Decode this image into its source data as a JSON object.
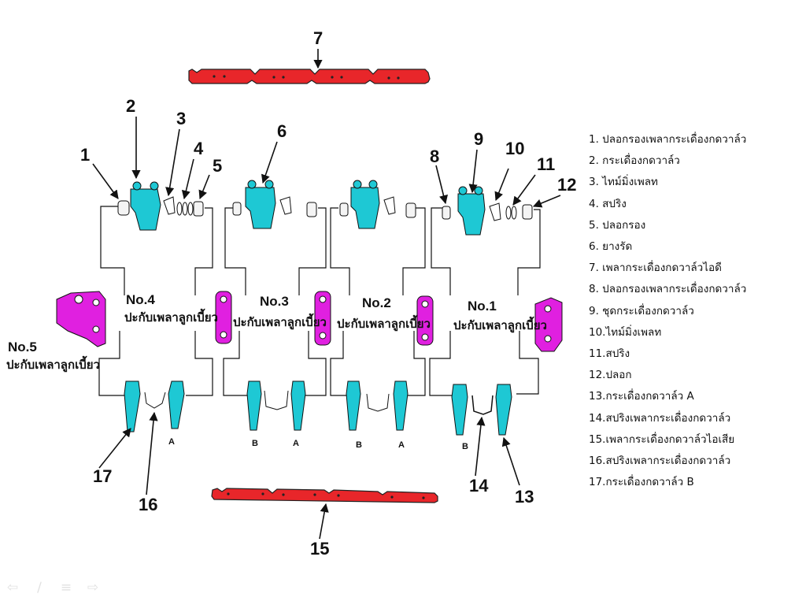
{
  "callouts": {
    "c1": "1",
    "c2": "2",
    "c3": "3",
    "c4": "4",
    "c5": "5",
    "c6": "6",
    "c7": "7",
    "c8": "8",
    "c9": "9",
    "c10": "10",
    "c11": "11",
    "c12": "12",
    "c13": "13",
    "c14": "14",
    "c15": "15",
    "c16": "16",
    "c17": "17"
  },
  "caps": {
    "no5": {
      "number": "No.5",
      "text": "ปะกับเพลาลูกเบี้ยว"
    },
    "no4": {
      "number": "No.4",
      "text": "ปะกับเพลาลูกเบี้ยว"
    },
    "no3": {
      "number": "No.3",
      "text": "ปะกับเพลาลูกเบี้ยว"
    },
    "no2": {
      "number": "No.2",
      "text": "ปะกับเพลาลูกเบี้ยว"
    },
    "no1": {
      "number": "No.1",
      "text": "ปะกับเพลาลูกเบี้ยว"
    }
  },
  "rocker_marks": {
    "g1_a": "A",
    "g2_b": "B",
    "g2_a": "A",
    "g3_b": "B",
    "g3_a": "A",
    "g4_b": "B"
  },
  "legend": [
    "1. ปลอกรองเพลากระเดื่องกดวาล์ว",
    "2. กระเดื่องกดวาล์ว",
    "3. ไทม์มิ่งเพลท",
    "4. สปริง",
    "5. ปลอกรอง",
    "6. ยางรัด",
    "7. เพลากระเดื่องกดวาล์วไอดี",
    "8. ปลอกรองเพลากระเดื่องกดวาล์ว",
    "9. ชุดกระเดื่องกดวาล์ว",
    "10.ไทม์มิ่งเพลท",
    "11.สปริง",
    "12.ปลอก",
    "13.กระเดื่องกดวาล์ว A",
    "14.สปริงเพลากระเดื่องกดวาล์ว",
    "15.เพลากระเดื่องกดวาล์วไอเสีย",
    "16.สปริงเพลากระเดื่องกดวาล์ว",
    "17.กระเดื่องกดวาล์ว B"
  ],
  "nav": {
    "prev": "previous-slide",
    "pen": "pen-tool",
    "menu": "slide-menu",
    "next": "next-slide"
  },
  "colors": {
    "shaft": "#e8262a",
    "rocker": "#1ec8d4",
    "cap": "#e020e0",
    "line": "#111111"
  }
}
